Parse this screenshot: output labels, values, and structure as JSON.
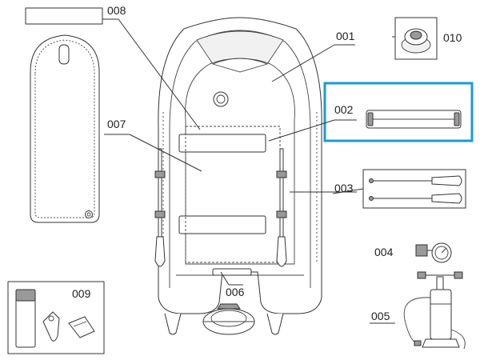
{
  "labels": {
    "p001": "001",
    "p002": "002",
    "p003": "003",
    "p004": "004",
    "p005": "005",
    "p006": "006",
    "p007": "007",
    "p008": "008",
    "p009": "009",
    "p010": "010"
  },
  "colors": {
    "highlight": "#1a9bd7",
    "line": "#333333"
  }
}
